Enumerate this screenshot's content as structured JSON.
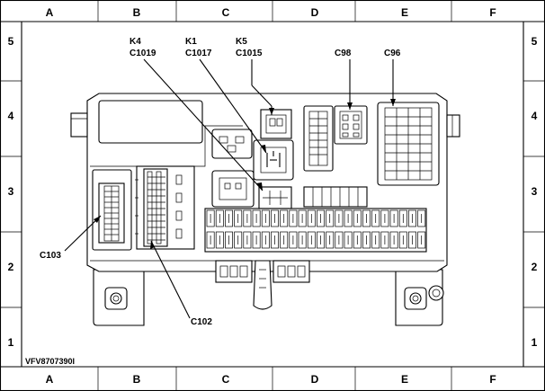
{
  "grid": {
    "columns": [
      "A",
      "B",
      "C",
      "D",
      "E",
      "F"
    ],
    "rows": [
      "5",
      "4",
      "3",
      "2",
      "1"
    ]
  },
  "callouts": {
    "k4": {
      "relay": "K4",
      "connector": "C1019"
    },
    "k1": {
      "relay": "K1",
      "connector": "C1017"
    },
    "k5": {
      "relay": "K5",
      "connector": "C1015"
    },
    "c98": "C98",
    "c96": "C96",
    "c103": "C103",
    "c102": "C102"
  },
  "reference_code": "VFV8707390I"
}
